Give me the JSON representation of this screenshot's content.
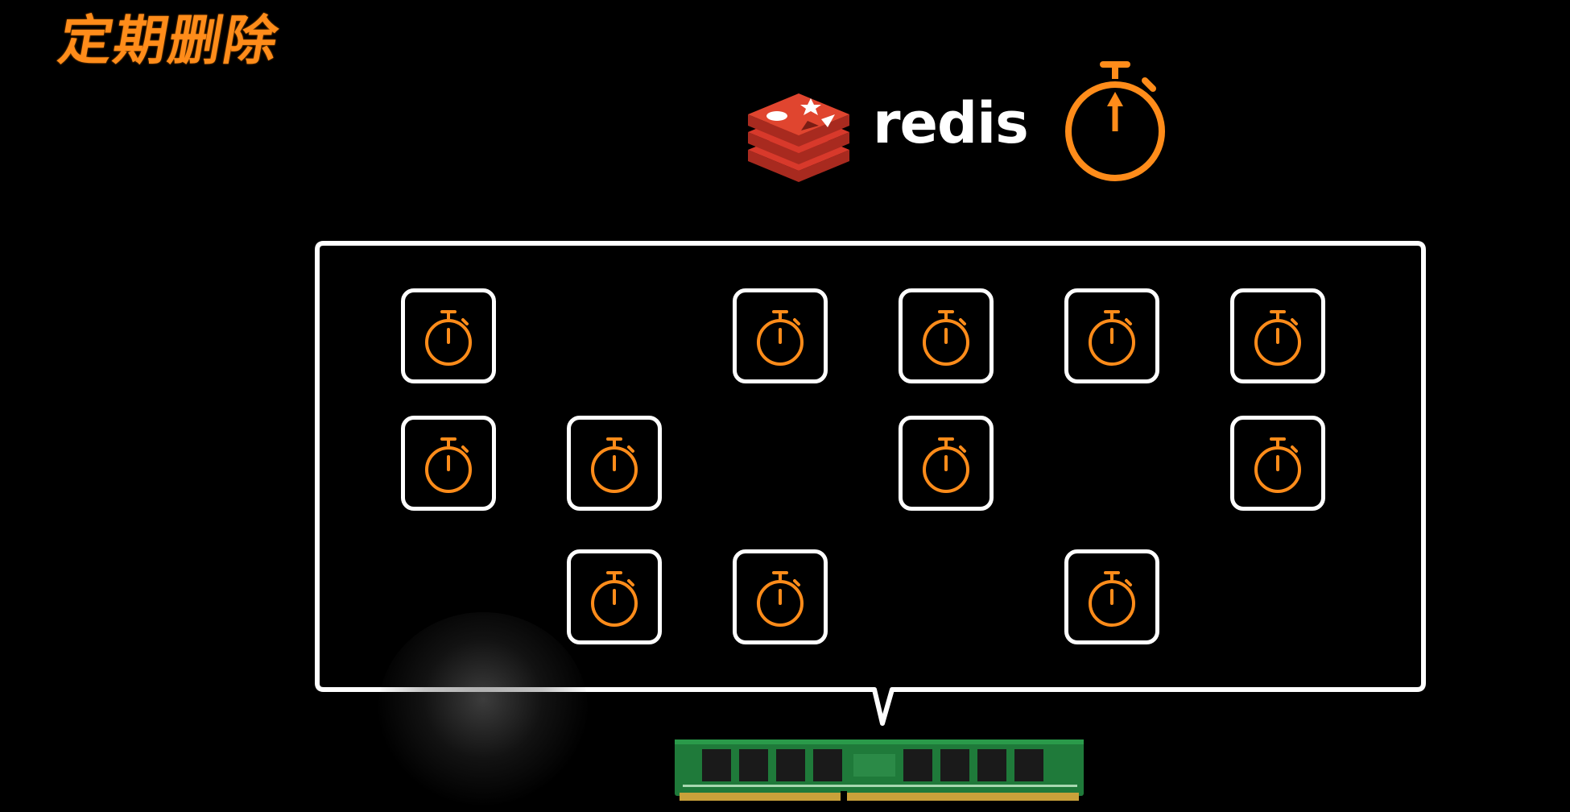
{
  "title": "定期删除",
  "redis": {
    "wordmark": "redis",
    "logo_icon": "redis-logo-icon"
  },
  "stopwatch_icon": "stopwatch-icon",
  "memory_icon": "ram-module-icon",
  "colors": {
    "accent": "#ff8c1a",
    "redis_red": "#d8392b",
    "outline": "#ffffff",
    "background": "#000000"
  },
  "grid": {
    "rows": 3,
    "columns": 6,
    "filled_cells": [
      [
        1,
        0,
        1,
        1,
        1,
        1
      ],
      [
        1,
        1,
        0,
        1,
        0,
        1
      ],
      [
        0,
        1,
        1,
        0,
        1,
        0
      ]
    ]
  }
}
